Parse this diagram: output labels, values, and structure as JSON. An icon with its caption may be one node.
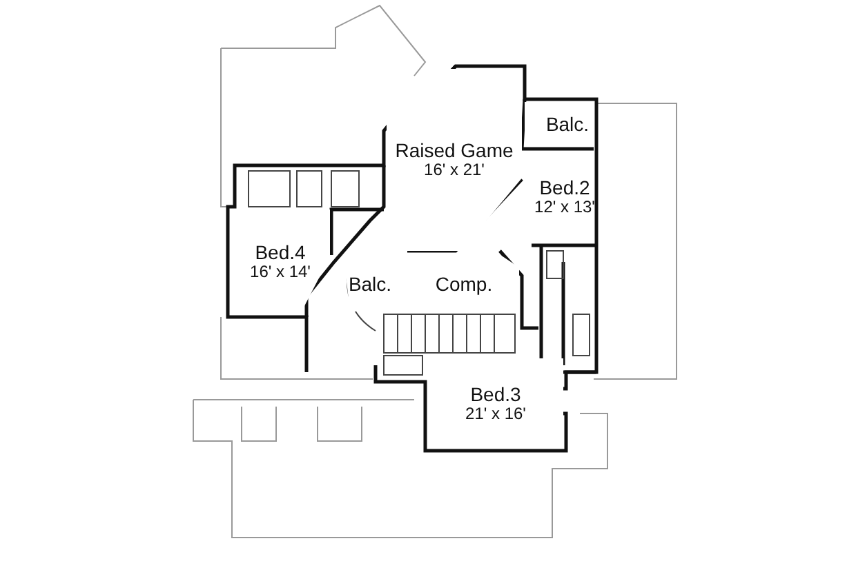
{
  "diagram": {
    "nodes": [
      {
        "text": [
          "Balc."
        ]
      },
      {
        "text": [
          "Raised Game",
          "16' x 21'"
        ]
      },
      {
        "text": [
          "Bed.2",
          "12' x 13'"
        ]
      },
      {
        "text": [
          "Bed.4",
          "16' x 14'"
        ]
      },
      {
        "text": [
          "Balc."
        ]
      },
      {
        "text": [
          "Comp."
        ]
      },
      {
        "text": [
          "Bed.3",
          "21' x 16'"
        ]
      }
    ]
  }
}
